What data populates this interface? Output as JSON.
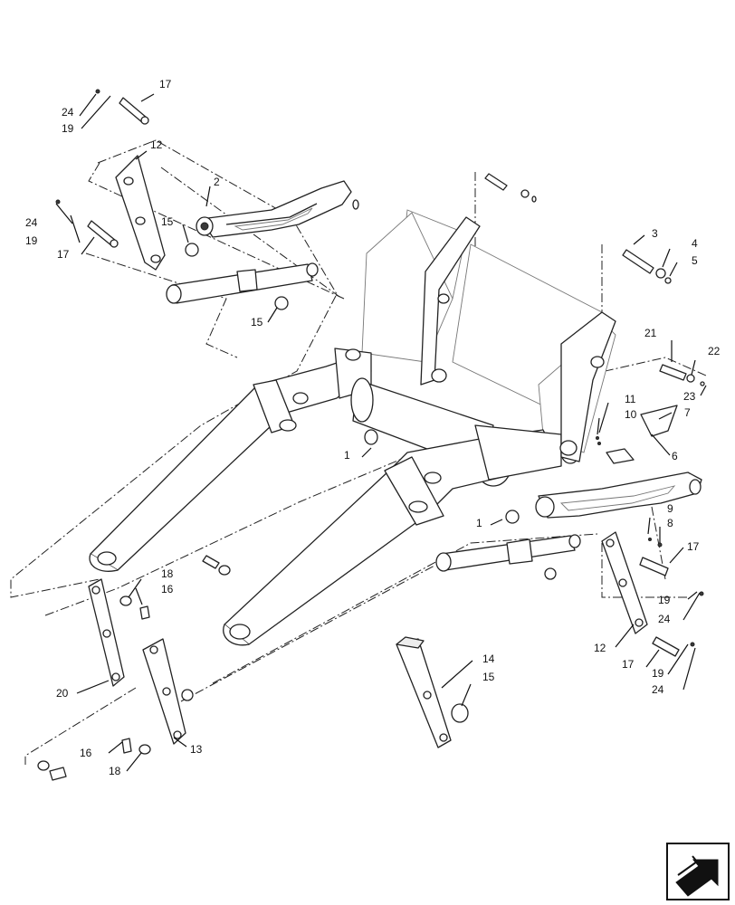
{
  "callouts": [
    "1",
    "1",
    "2",
    "3",
    "4",
    "5",
    "6",
    "7",
    "8",
    "9",
    "10",
    "11",
    "12",
    "12",
    "13",
    "14",
    "15",
    "15",
    "15",
    "16",
    "16",
    "17",
    "17",
    "17",
    "17",
    "18",
    "18",
    "19",
    "19",
    "19",
    "19",
    "20",
    "21",
    "22",
    "23",
    "24",
    "24",
    "24",
    "24"
  ],
  "nav_icon": "next-page-arrow-icon",
  "colors": {
    "line": "#222222",
    "fill": "#ffffff",
    "shade": "#ededed"
  }
}
